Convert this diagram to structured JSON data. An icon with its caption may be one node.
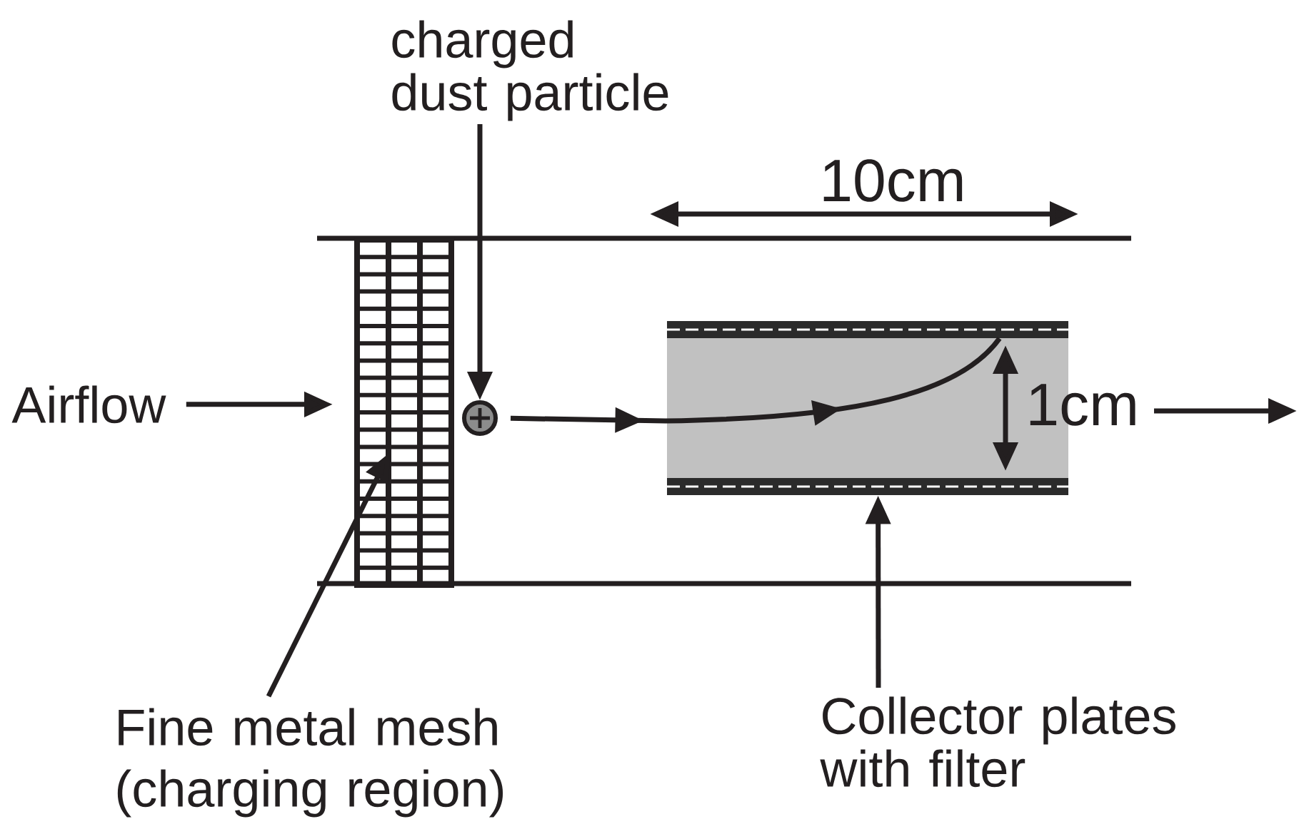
{
  "diagram": {
    "nodes": [
      {
        "text": [
          "charged dust particle"
        ]
      },
      {
        "text": [
          "Airflow"
        ]
      },
      {
        "text": [],
        "shape": "grid"
      },
      {
        "text": [],
        "shape": "circle"
      },
      {
        "text": [],
        "shape": "bar"
      },
      {
        "text": [],
        "shape": "bar"
      },
      {
        "text": [
          "Fine metal mesh (charging region)"
        ]
      },
      {
        "text": [
          "Collector plates with filter"
        ]
      }
    ],
    "edges": [
      {
        "from": 1,
        "to": 2,
        "arrow": "to"
      },
      {
        "from": 0,
        "to": 3,
        "arrow": "to"
      },
      {
        "from": 3,
        "to": 4,
        "arrow": "to"
      },
      {
        "from": 6,
        "to": 2,
        "arrow": "to"
      },
      {
        "from": 7,
        "to": 5,
        "arrow": "to"
      }
    ],
    "labels": [
      "10cm",
      "1cm"
    ]
  }
}
